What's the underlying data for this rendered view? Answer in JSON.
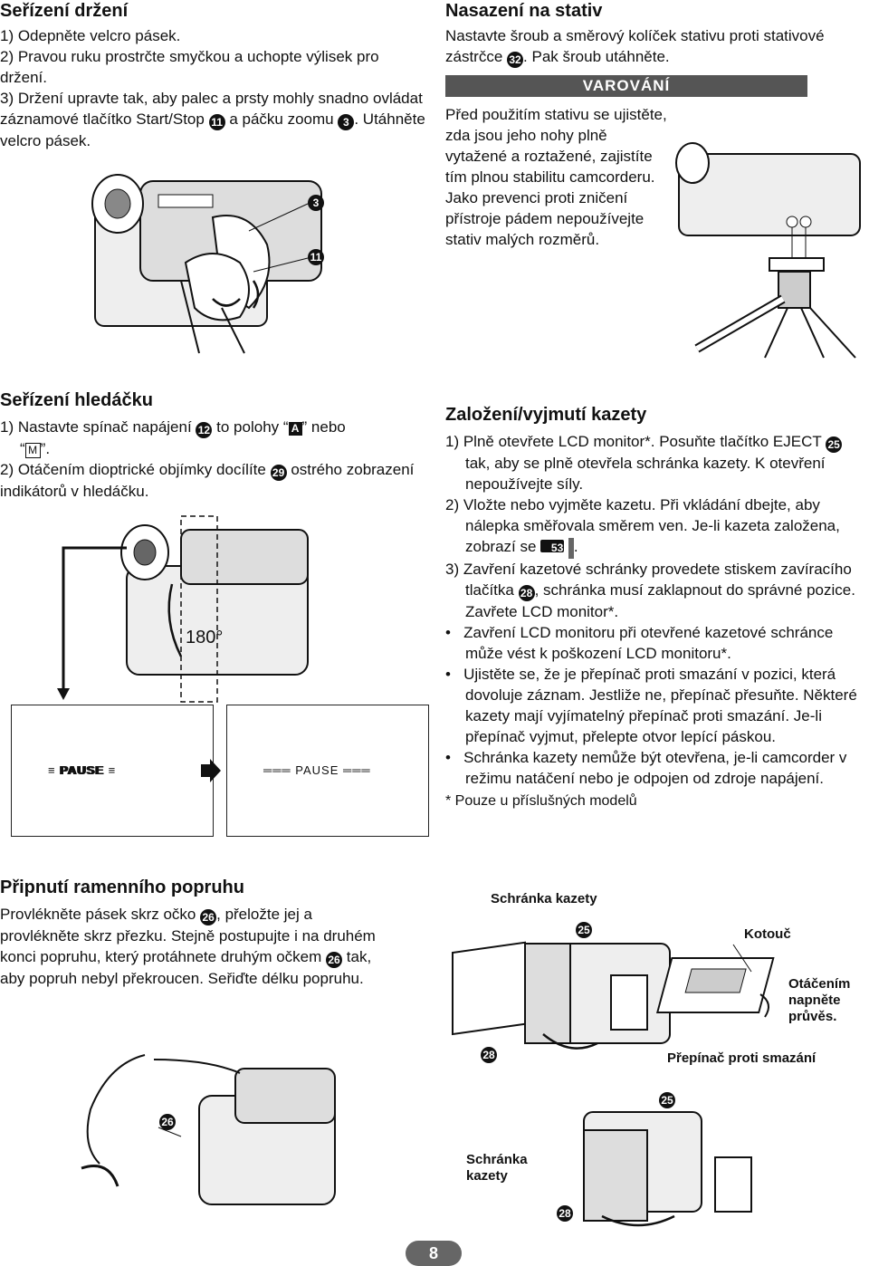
{
  "grip": {
    "title": "Seřízení držení",
    "steps": [
      "1) Odepněte velcro pásek.",
      "2) Pravou ruku prostrčte smyčkou a uchopte výlisek pro držení.",
      "3) Držení upravte tak, aby palec a prsty mohly snadno ovládat záznamové tlačítko Start/Stop",
      "a páčku zoomu",
      ". Utáhněte velcro pásek."
    ],
    "callouts": [
      "11",
      "3"
    ]
  },
  "tripod": {
    "title": "Nasazení na stativ",
    "text_a": "Nastavte šroub a směrový kolíček stativu proti stativové zástrčce",
    "callout": "32",
    "text_b": ". Pak šroub utáhněte.",
    "warning_label": "VAROVÁNÍ",
    "warning_text": "Před použitím stativu se ujistěte, zda jsou jeho nohy plně vytažené a roztažené, zajistíte tím plnou stabilitu camcorderu. Jako prevenci proti zničení přístroje pádem nepoužívejte stativ malých rozměrů."
  },
  "viewfinder": {
    "title": "Seřízení hledáčku",
    "step1_a": "1) Nastavte spínač napájení",
    "step1_callout": "12",
    "step1_b": "to polohy “",
    "mode_a": "A",
    "step1_c": "” nebo",
    "step1_d": "“",
    "mode_m": "M",
    "step1_e": "”.",
    "step2_a": "2) Otáčením dioptrické objímky docílíte",
    "step2_callout": "29",
    "step2_b": "ostrého zobrazení indikátorů v hledáčku.",
    "angle": "180°",
    "pause_blurry": "PAUSE",
    "pause_sharp": "PAUSE"
  },
  "strap": {
    "title": "Připnutí ramenního popruhu",
    "text_a": "Provlékněte pásek skrz očko",
    "callout": "26",
    "text_b": ", přeložte jej a provlékněte skrz přezku. Stejně postupujte i na druhém konci popruhu, který protáhnete druhým očkem",
    "text_c": "tak, aby popruh nebyl překroucen. Seřiďte délku popruhu."
  },
  "cassette": {
    "title": "Založení/vyjmutí kazety",
    "s1_a": "1) Plně otevřete LCD monitor*. Posuňte tlačítko EJECT",
    "s1_callout": "25",
    "s1_b": "tak, aby se plně otevřela schránka kazety. K otevření nepoužívejte síly.",
    "s2_a": "2) Vložte nebo vyjměte kazetu. Při vkládání dbejte, aby nálepka směřovala směrem ven. Je-li kazeta založena, zobrazí se",
    "s2_ref": "53",
    "s2_b": ".",
    "s3_a": "3) Zavření kazetové schránky provedete stiskem zavíracího tlačítka",
    "s3_callout": "28",
    "s3_b": ", schránka musí zaklapnout do správné pozice. Zavřete LCD monitor*.",
    "bullets": [
      "Zavření LCD monitoru při otevřené kazetové schránce může vést k poškození LCD monitoru*.",
      "Ujistěte se, že je přepínač proti smazání v pozici, která dovoluje záznam. Jestliže ne, přepínač přesuňte. Některé kazety mají vyjímatelný přepínač proti smazání. Je-li přepínač vyjmut, přelepte otvor lepící páskou.",
      "Schránka kazety nemůže být otevřena, je-li camcorder v režimu natáčení nebo je odpojen od zdroje napájení."
    ],
    "footnote": "* Pouze u příslušných modelů",
    "labels": {
      "holder_top": "Schránka kazety",
      "reel": "Kotouč",
      "turn": "Otáčením napněte průvěs.",
      "protect": "Přepínač proti smazání",
      "holder_bottom": "Schránka kazety"
    },
    "callouts": [
      "25",
      "28",
      "25",
      "28"
    ]
  },
  "page_number": "8"
}
